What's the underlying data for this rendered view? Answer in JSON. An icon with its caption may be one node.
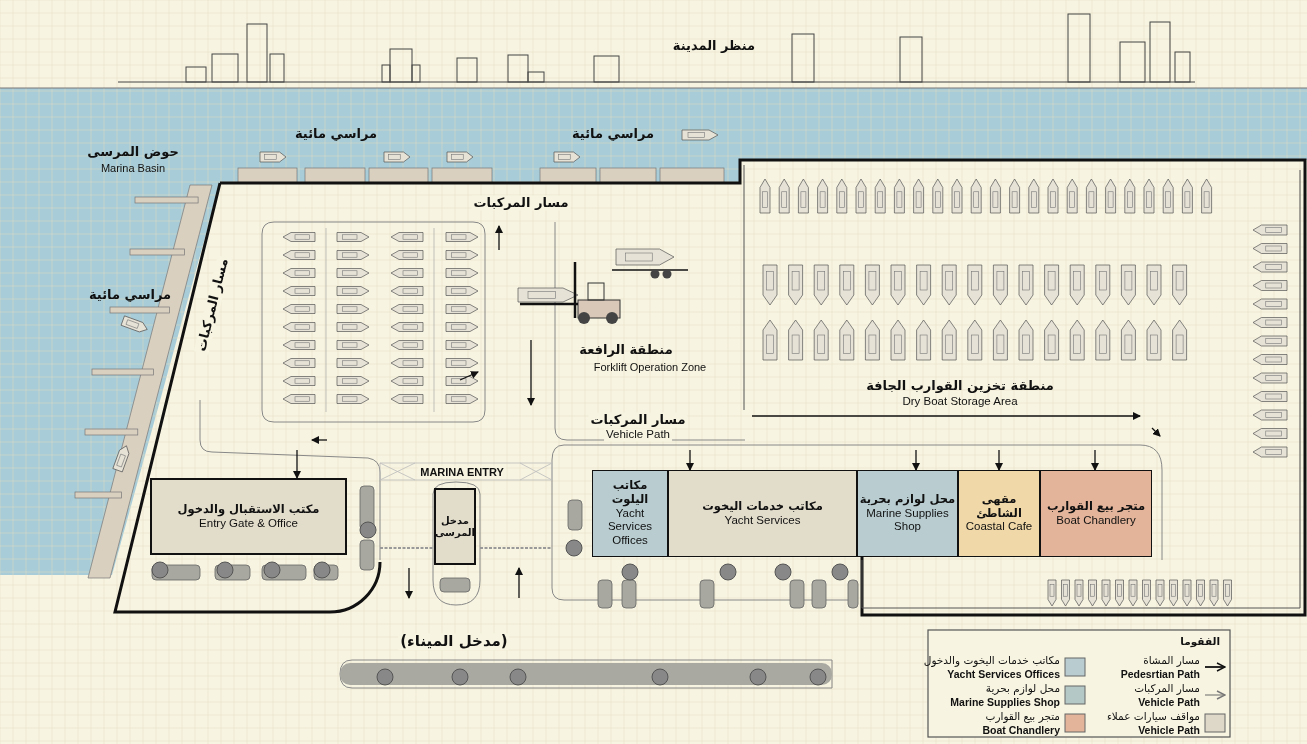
{
  "diagram": {
    "nodes": [
      {
        "text": [
          "مكتب الاستقبال والدخول",
          "Entry Gate & Office"
        ]
      },
      {
        "text": [
          "مدخل المرسى"
        ]
      },
      {
        "text": [
          "مكاتب اليلوت",
          "Yacht Services Offices"
        ]
      },
      {
        "text": [
          "مكاتب خدمات اليخوت",
          "Yacht Services"
        ]
      },
      {
        "text": [
          "محل لوازم بحرية",
          "Marine Supplies Shop"
        ]
      },
      {
        "text": [
          "مقهى الشاطئ",
          "Coastal Cafe"
        ]
      },
      {
        "text": [
          "متجر بيع القوارب",
          "Boat Chandlery"
        ]
      }
    ],
    "edges": [
      {
        "from": null,
        "to": 0,
        "arrow": "to"
      },
      {
        "from": null,
        "to": 3,
        "arrow": "to"
      },
      {
        "from": null,
        "to": 4,
        "arrow": "to"
      },
      {
        "from": null,
        "to": 5,
        "arrow": "to"
      },
      {
        "from": null,
        "to": 6,
        "arrow": "to"
      }
    ],
    "labels": [
      "منظر المدينة",
      "مراسي مائية",
      "مراسي مائية",
      "حوض المرسى",
      "Marina Basin",
      "مراسي مائية",
      "مسار المركبات",
      "مسار المركبات",
      "منطقة الرافعة",
      "Forklift Operation Zone",
      "منطقة تخزين القوارب الجافة",
      "Dry Boat Storage Area",
      "مسار المركبات",
      "Vehicle Path",
      "MARINA ENTRY",
      "(مدخل الميناء)",
      "الفقوما",
      "مكاتب خدمات اليخوت والدخول",
      "محل لوازم بحرية",
      "متجر بيع القوارب",
      "مسار المشاة",
      "مسار المركبات",
      "مواقف سيارات عملاء"
    ],
    "legend": [
      {
        "text": "Yacht Services Offices",
        "color": "#b9cdd1"
      },
      {
        "text": "Marine Supplies Shop",
        "color": "#b4c8c6"
      },
      {
        "text": "Boat Chandlery",
        "color": "#e3b49a"
      },
      {
        "text": "Pedesrtian Path"
      },
      {
        "text": "Vehicle Path"
      },
      {
        "text": "Vehicle Path",
        "color": "#ddd8c8"
      }
    ]
  }
}
